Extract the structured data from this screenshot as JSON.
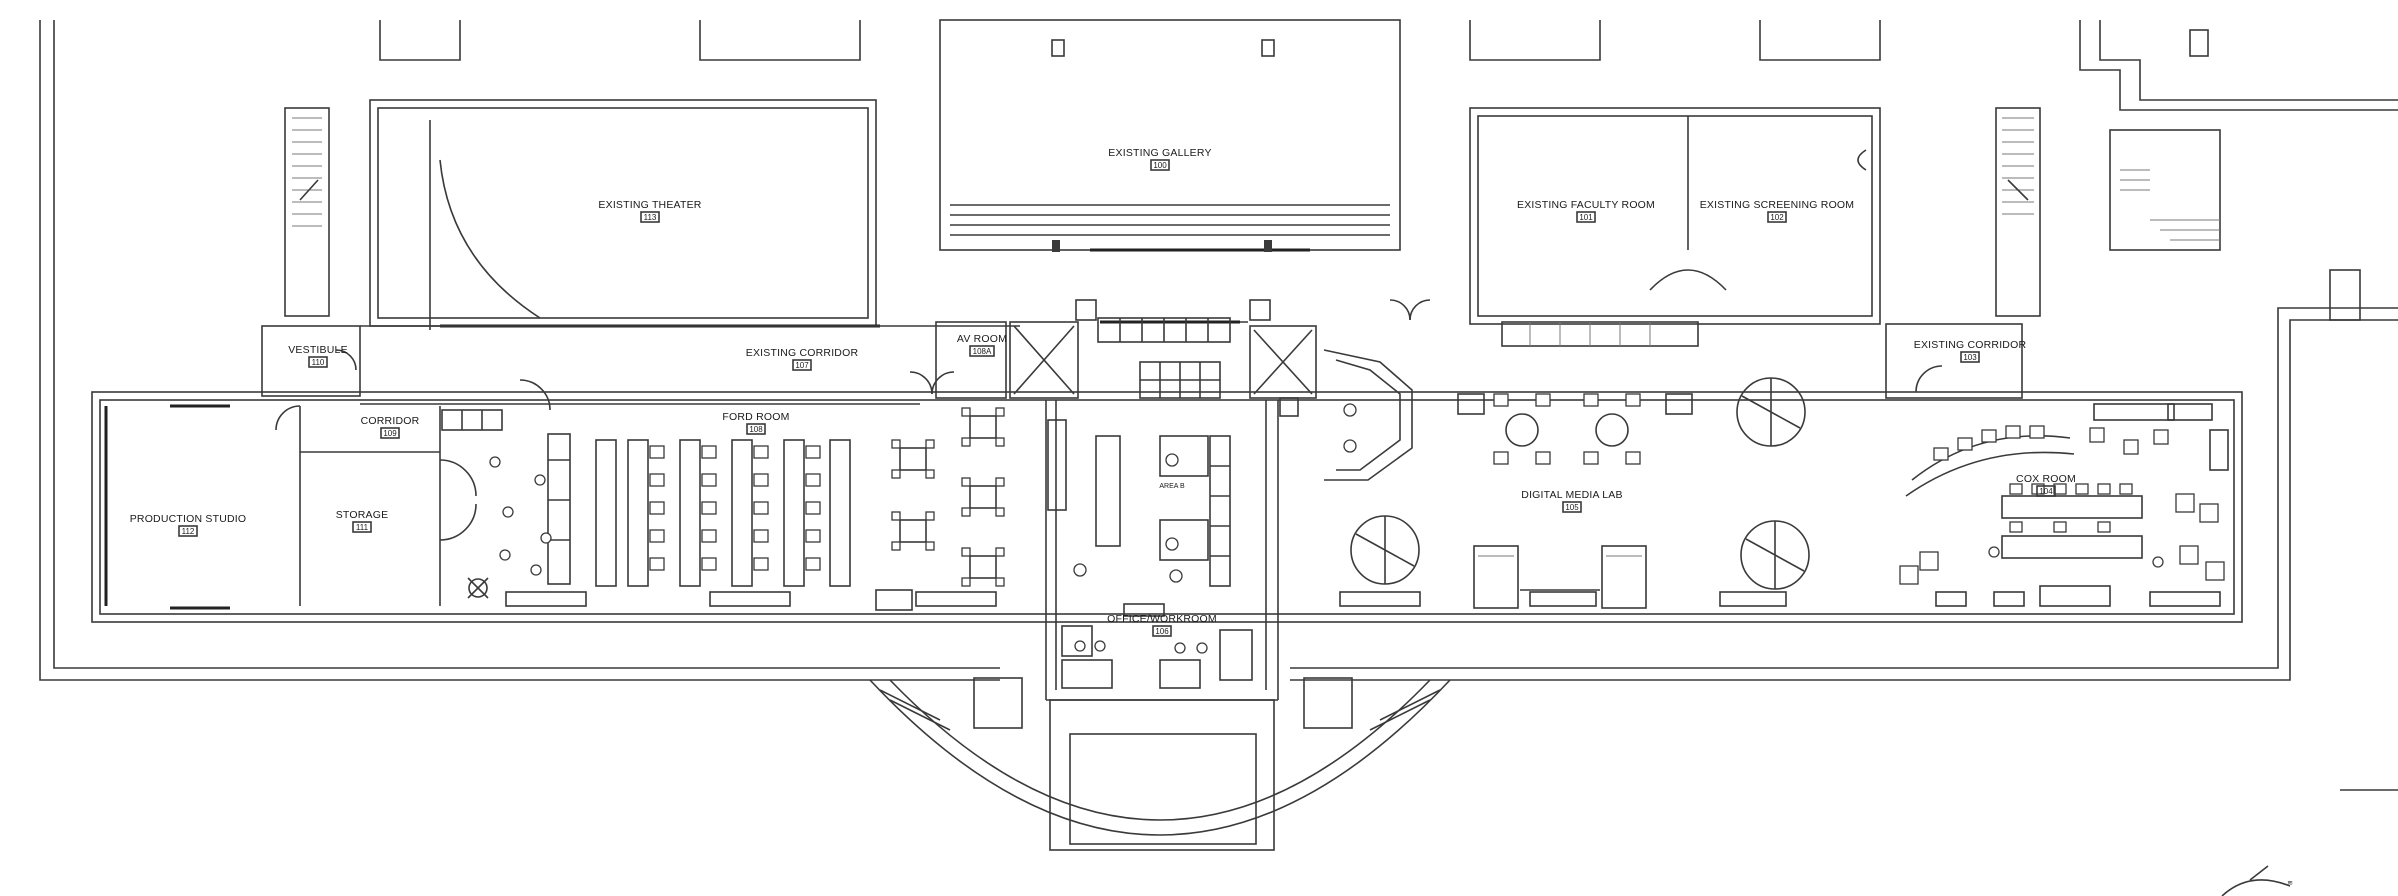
{
  "rooms": [
    {
      "id": "existing-theater",
      "label": "EXISTING THEATER",
      "number": "113"
    },
    {
      "id": "existing-gallery",
      "label": "EXISTING GALLERY",
      "number": "100"
    },
    {
      "id": "existing-faculty-room",
      "label": "EXISTING FACULTY ROOM",
      "number": "101"
    },
    {
      "id": "existing-screening-room",
      "label": "EXISTING SCREENING ROOM",
      "number": "102"
    },
    {
      "id": "vestibule",
      "label": "VESTIBULE",
      "number": "110"
    },
    {
      "id": "existing-corridor-west",
      "label": "EXISTING CORRIDOR",
      "number": "107"
    },
    {
      "id": "av-room",
      "label": "AV ROOM",
      "number": "108A"
    },
    {
      "id": "existing-corridor-east",
      "label": "EXISTING CORRIDOR",
      "number": "103"
    },
    {
      "id": "corridor",
      "label": "CORRIDOR",
      "number": "109"
    },
    {
      "id": "ford-room",
      "label": "FORD ROOM",
      "number": "108"
    },
    {
      "id": "production-studio",
      "label": "PRODUCTION STUDIO",
      "number": "112"
    },
    {
      "id": "storage",
      "label": "STORAGE",
      "number": "111"
    },
    {
      "id": "digital-media-lab",
      "label": "DIGITAL MEDIA LAB",
      "number": "105"
    },
    {
      "id": "cox-room",
      "label": "COX ROOM",
      "number": "104"
    },
    {
      "id": "office-workroom",
      "label": "OFFICE/WORKROOM",
      "number": "106"
    }
  ],
  "annotations": {
    "area_b": "AREA B"
  }
}
